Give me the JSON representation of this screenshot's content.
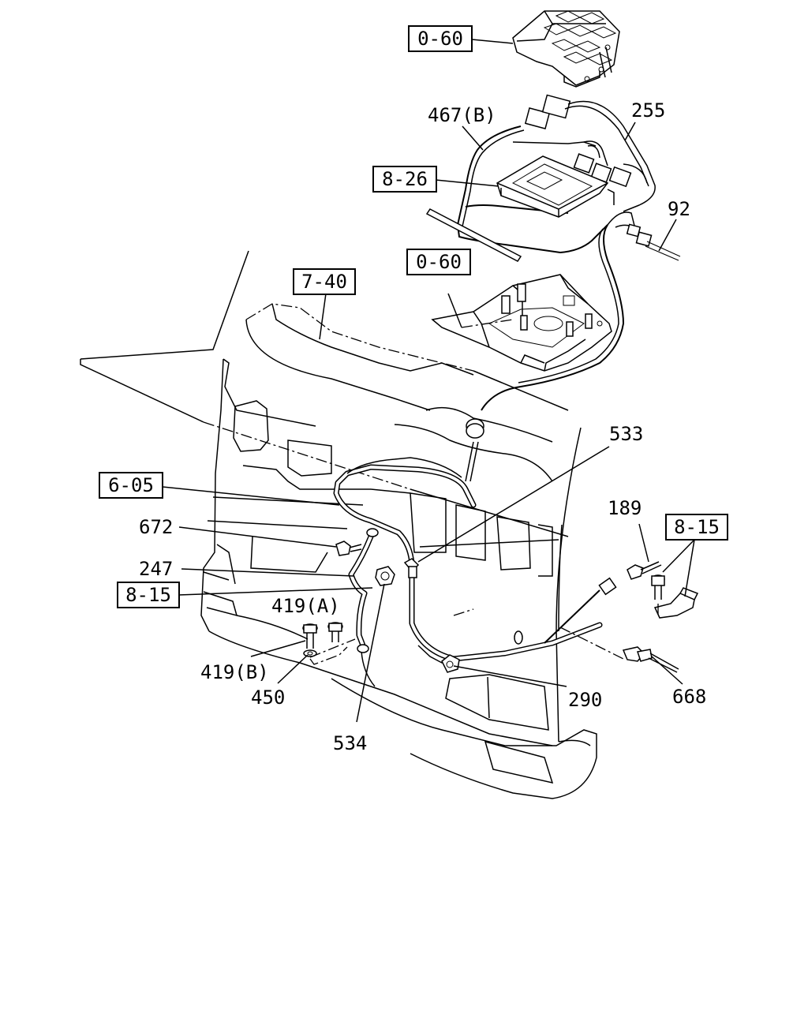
{
  "diagram": {
    "refs": {
      "r060_top": "0-60",
      "r826": "8-26",
      "r060_mid": "0-60",
      "r740": "7-40",
      "r605": "6-05",
      "r815_left": "8-15",
      "r815_right": "8-15"
    },
    "parts": {
      "p467b": "467(B)",
      "p255": "255",
      "p92": "92",
      "p533": "533",
      "p189": "189",
      "p672": "672",
      "p247": "247",
      "p419a": "419(A)",
      "p419b": "419(B)",
      "p450": "450",
      "p534": "534",
      "p290": "290",
      "p668": "668"
    }
  }
}
